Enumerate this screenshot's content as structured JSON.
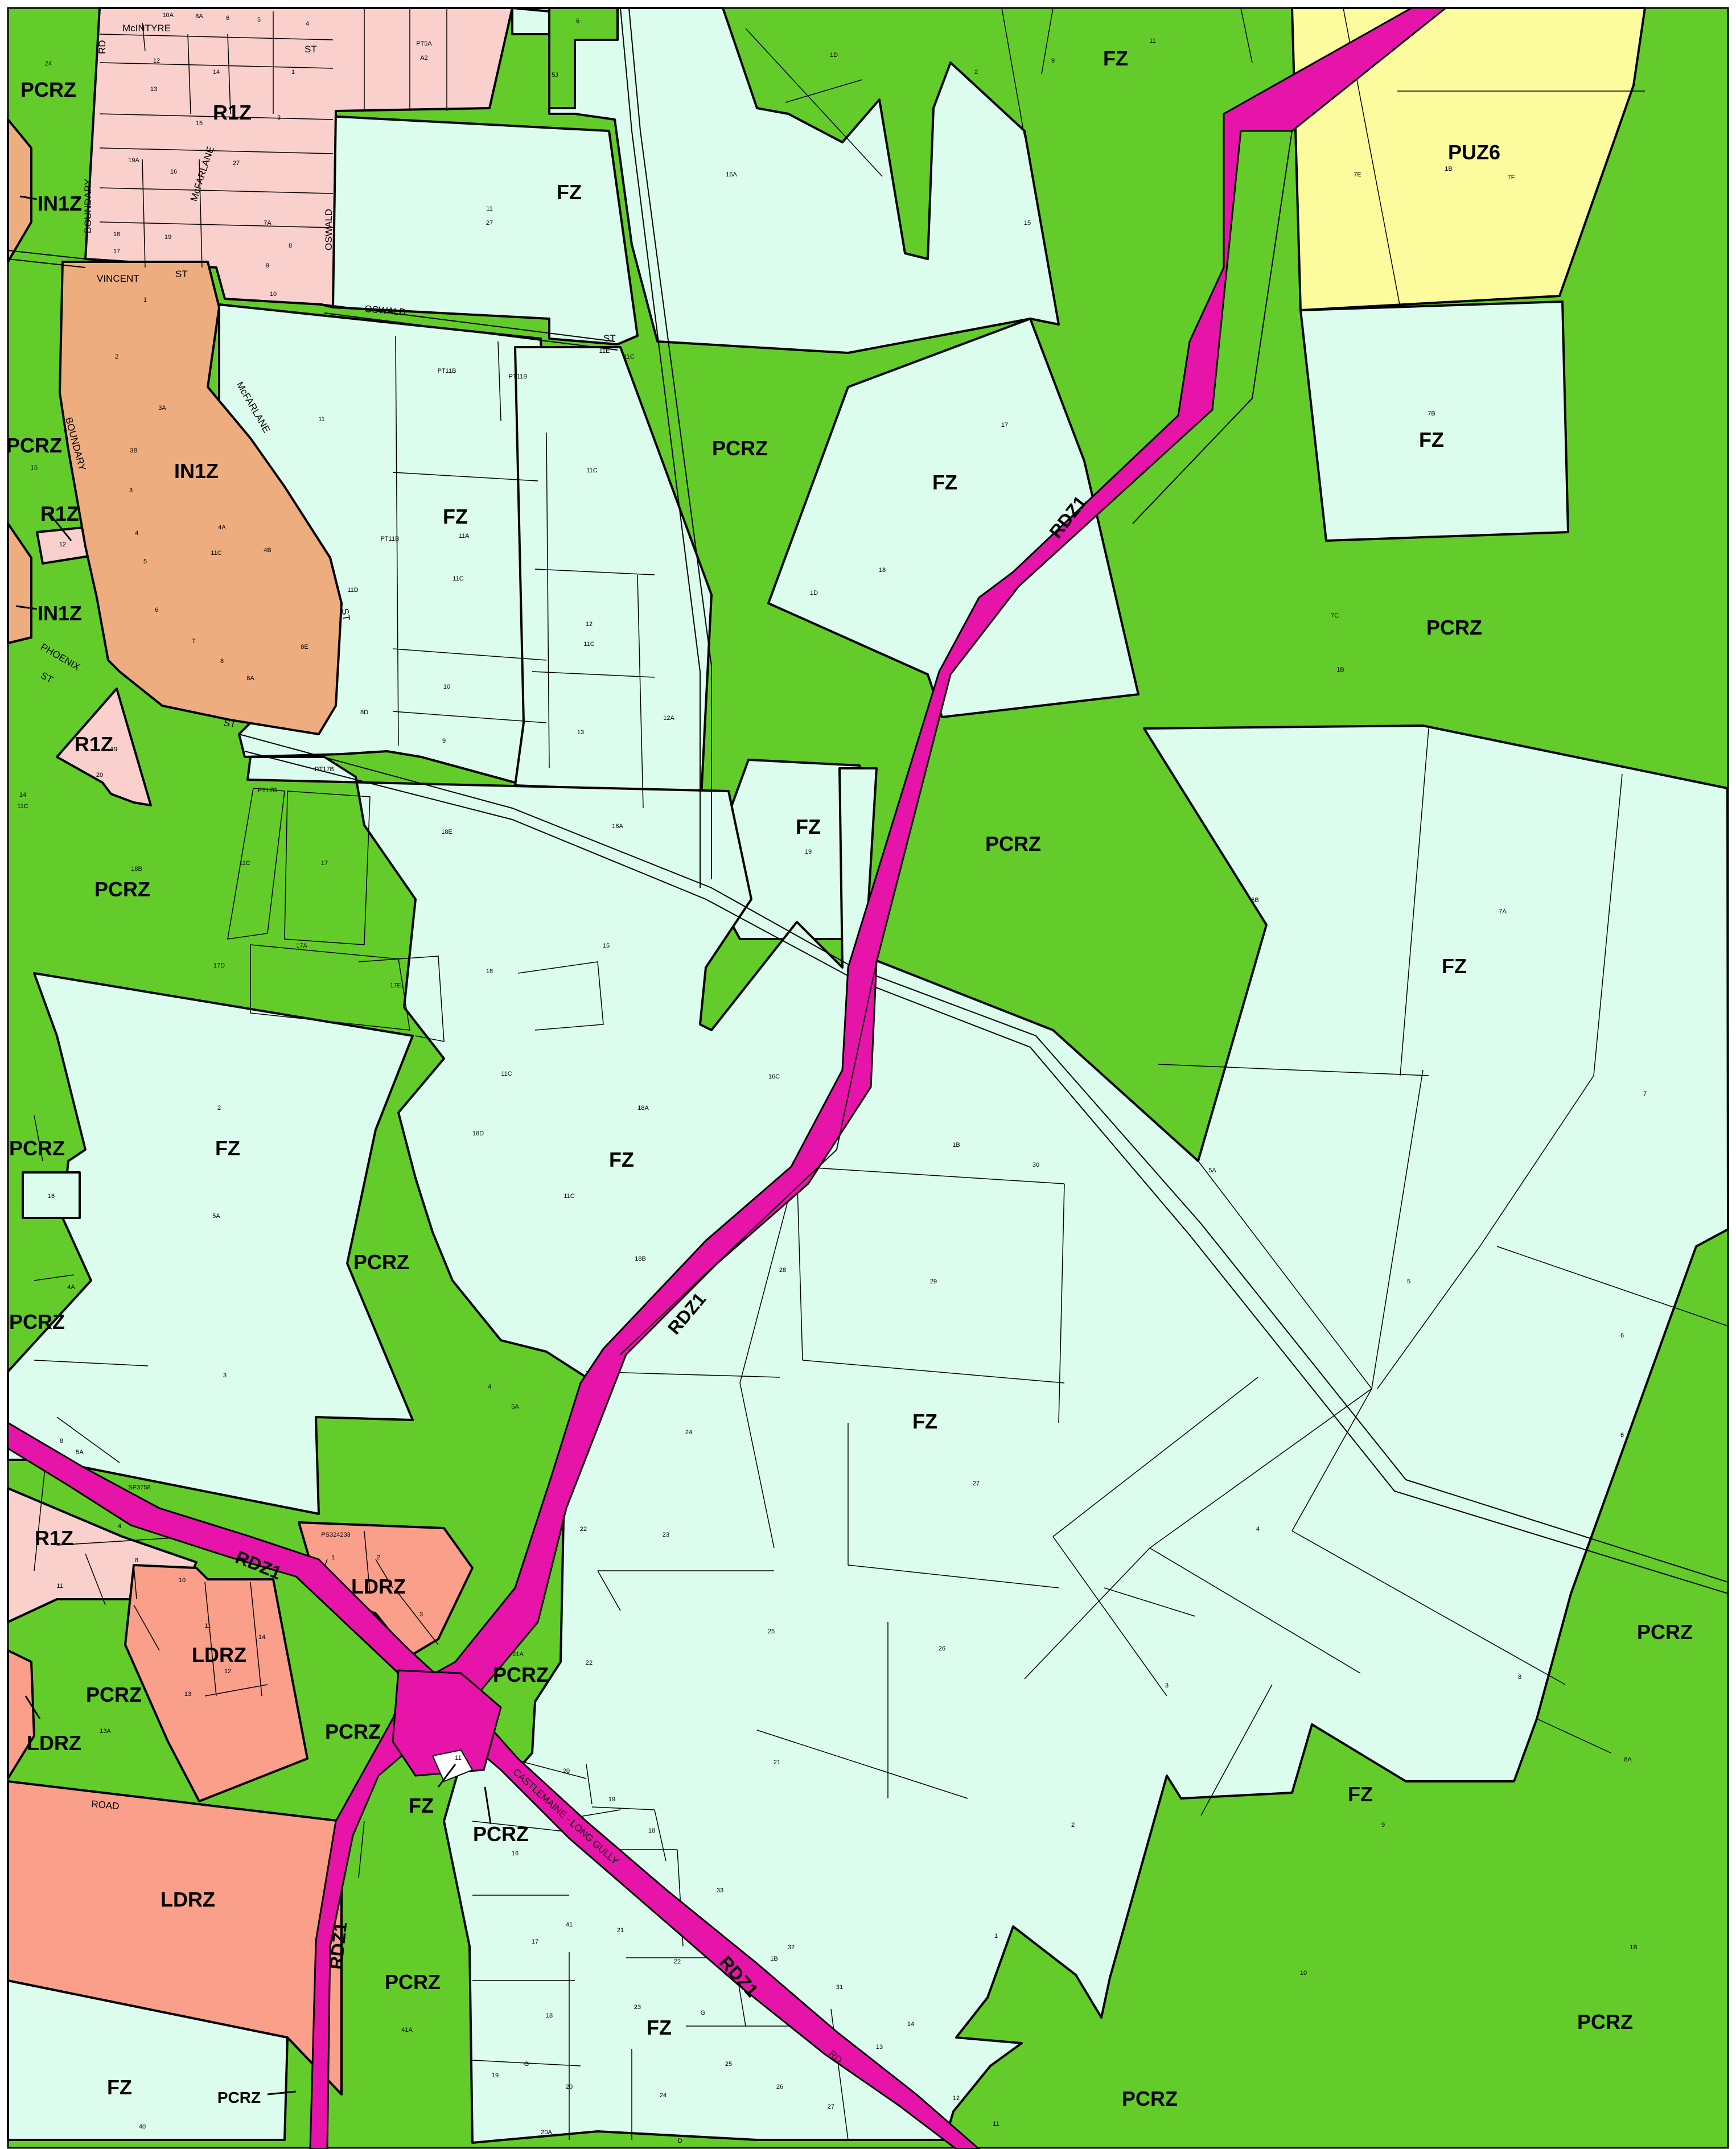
{
  "colors": {
    "PCRZ": "#63cc2a",
    "FZ": "#dcfcee",
    "R1Z": "#fad0cc",
    "IN1Z": "#eead7e",
    "LDRZ": "#f99f8a",
    "PUZ6": "#fcfc9e",
    "RDZ1": "#e614a8",
    "outline": "#000000"
  },
  "zone_labels": [
    {
      "id": "pcrz-1",
      "text": "PCRZ"
    },
    {
      "id": "in1z-1",
      "text": "IN1Z"
    },
    {
      "id": "r1z-1",
      "text": "R1Z"
    },
    {
      "id": "pcrz-2",
      "text": "PCRZ"
    },
    {
      "id": "in1z-2",
      "text": "IN1Z"
    },
    {
      "id": "r1z-2",
      "text": "R1Z"
    },
    {
      "id": "in1z-3",
      "text": "IN1Z"
    },
    {
      "id": "r1z-3",
      "text": "R1Z"
    },
    {
      "id": "pcrz-3",
      "text": "PCRZ"
    },
    {
      "id": "pcrz-4",
      "text": "PCRZ"
    },
    {
      "id": "pcrz-5",
      "text": "PCRZ"
    },
    {
      "id": "fz-1",
      "text": "FZ"
    },
    {
      "id": "fz-2",
      "text": "FZ"
    },
    {
      "id": "fz-3",
      "text": "FZ"
    },
    {
      "id": "puz6-1",
      "text": "PUZ6"
    },
    {
      "id": "pcrz-6",
      "text": "PCRZ"
    },
    {
      "id": "fz-4",
      "text": "FZ"
    },
    {
      "id": "fz-5",
      "text": "FZ"
    },
    {
      "id": "pcrz-7",
      "text": "PCRZ"
    },
    {
      "id": "fz-6",
      "text": "FZ"
    },
    {
      "id": "pcrz-8",
      "text": "PCRZ"
    },
    {
      "id": "fz-7",
      "text": "FZ"
    },
    {
      "id": "fz-8",
      "text": "FZ"
    },
    {
      "id": "fz-9",
      "text": "FZ"
    },
    {
      "id": "pcrz-9",
      "text": "PCRZ"
    },
    {
      "id": "fz-10",
      "text": "FZ"
    },
    {
      "id": "r1z-4",
      "text": "R1Z"
    },
    {
      "id": "ldrz-1",
      "text": "LDRZ"
    },
    {
      "id": "ldrz-2",
      "text": "LDRZ"
    },
    {
      "id": "pcrz-10",
      "text": "PCRZ"
    },
    {
      "id": "ldrz-3",
      "text": "LDRZ"
    },
    {
      "id": "pcrz-11",
      "text": "PCRZ"
    },
    {
      "id": "pcrz-12",
      "text": "PCRZ"
    },
    {
      "id": "fz-11",
      "text": "FZ"
    },
    {
      "id": "pcrz-13",
      "text": "PCRZ"
    },
    {
      "id": "ldrz-4",
      "text": "LDRZ"
    },
    {
      "id": "pcrz-14",
      "text": "PCRZ"
    },
    {
      "id": "fz-12",
      "text": "FZ"
    },
    {
      "id": "pcrz-15",
      "text": "PCRZ"
    },
    {
      "id": "fz-13",
      "text": "FZ"
    },
    {
      "id": "fz-14",
      "text": "FZ"
    },
    {
      "id": "pcrz-16",
      "text": "PCRZ"
    },
    {
      "id": "pcrz-17",
      "text": "PCRZ"
    },
    {
      "id": "fz-15",
      "text": "FZ"
    },
    {
      "id": "pcrz-18",
      "text": "PCRZ"
    }
  ],
  "road_labels": [
    {
      "id": "rdz1-1",
      "text": "RDZ1"
    },
    {
      "id": "rdz1-2",
      "text": "RDZ1"
    },
    {
      "id": "rdz1-3",
      "text": "RDZ1"
    },
    {
      "id": "rdz1-4",
      "text": "RDZ1"
    },
    {
      "id": "rdz1-5",
      "text": "RDZ1"
    }
  ],
  "street_labels": [
    {
      "id": "mcintyre",
      "text": "McINTYRE"
    },
    {
      "id": "rd-top",
      "text": "RD"
    },
    {
      "id": "st-top",
      "text": "ST"
    },
    {
      "id": "boundary-1",
      "text": "BOUNDARY"
    },
    {
      "id": "mcfarlane-1",
      "text": "McFARLANE"
    },
    {
      "id": "oswald-1",
      "text": "OSWALD"
    },
    {
      "id": "oswald-2",
      "text": "OSWALD"
    },
    {
      "id": "st-oswald",
      "text": "ST"
    },
    {
      "id": "vincent",
      "text": "VINCENT"
    },
    {
      "id": "st-vincent",
      "text": "ST"
    },
    {
      "id": "boundary-2",
      "text": "BOUNDARY"
    },
    {
      "id": "mcfarlane-2",
      "text": "McFARLANE"
    },
    {
      "id": "st-mcfarlane",
      "text": "ST"
    },
    {
      "id": "phoenix",
      "text": "PHOENIX"
    },
    {
      "id": "st-phoenix",
      "text": "ST"
    },
    {
      "id": "st-bottom-in1z",
      "text": "ST"
    },
    {
      "id": "road-left",
      "text": "ROAD"
    },
    {
      "id": "castlemaine",
      "text": "CASTLEMAINE - LONG GULLY"
    },
    {
      "id": "rd-bottom",
      "text": "RD"
    }
  ],
  "lot_labels": [
    {
      "id": "l1",
      "text": "24"
    },
    {
      "id": "l2",
      "text": "12"
    },
    {
      "id": "l3",
      "text": "14"
    },
    {
      "id": "l4",
      "text": "13"
    },
    {
      "id": "l5",
      "text": "15"
    },
    {
      "id": "l6",
      "text": "19A"
    },
    {
      "id": "l7",
      "text": "16"
    },
    {
      "id": "l8",
      "text": "18"
    },
    {
      "id": "l9",
      "text": "17"
    },
    {
      "id": "l10",
      "text": "19"
    },
    {
      "id": "l11",
      "text": "10A"
    },
    {
      "id": "l12",
      "text": "8A"
    },
    {
      "id": "l13",
      "text": "6"
    },
    {
      "id": "l14",
      "text": "5"
    },
    {
      "id": "l15",
      "text": "4"
    },
    {
      "id": "l16",
      "text": "3"
    },
    {
      "id": "l17",
      "text": "1"
    },
    {
      "id": "l18",
      "text": "27"
    },
    {
      "id": "l19",
      "text": "7A"
    },
    {
      "id": "l20",
      "text": "8"
    },
    {
      "id": "l21",
      "text": "9"
    },
    {
      "id": "l22",
      "text": "10"
    },
    {
      "id": "l23",
      "text": "PT5A"
    },
    {
      "id": "l24",
      "text": "A2"
    },
    {
      "id": "l25",
      "text": "6"
    },
    {
      "id": "l26",
      "text": "5J"
    },
    {
      "id": "l27",
      "text": "1D"
    },
    {
      "id": "l28",
      "text": "2"
    },
    {
      "id": "l29",
      "text": "9"
    },
    {
      "id": "l30",
      "text": "11"
    },
    {
      "id": "l31",
      "text": "16A"
    },
    {
      "id": "l32",
      "text": "15"
    },
    {
      "id": "l33",
      "text": "11"
    },
    {
      "id": "l34",
      "text": "27"
    },
    {
      "id": "l35",
      "text": "7E"
    },
    {
      "id": "l36",
      "text": "1B"
    },
    {
      "id": "l37",
      "text": "7F"
    },
    {
      "id": "l38",
      "text": "7B"
    },
    {
      "id": "l39",
      "text": "1"
    },
    {
      "id": "l40",
      "text": "2"
    },
    {
      "id": "l41",
      "text": "3A"
    },
    {
      "id": "l42",
      "text": "3B"
    },
    {
      "id": "l43",
      "text": "3"
    },
    {
      "id": "l44",
      "text": "4"
    },
    {
      "id": "l45",
      "text": "5"
    },
    {
      "id": "l46",
      "text": "6"
    },
    {
      "id": "l47",
      "text": "7"
    },
    {
      "id": "l48",
      "text": "8"
    },
    {
      "id": "l49",
      "text": "8A"
    },
    {
      "id": "l50",
      "text": "4A"
    },
    {
      "id": "l51",
      "text": "4B"
    },
    {
      "id": "l52",
      "text": "11C"
    },
    {
      "id": "l53",
      "text": "8E"
    },
    {
      "id": "l54",
      "text": "15"
    },
    {
      "id": "l55",
      "text": "12"
    },
    {
      "id": "l56",
      "text": "11"
    },
    {
      "id": "l57",
      "text": "PT11B"
    },
    {
      "id": "l58",
      "text": "PT11B"
    },
    {
      "id": "l59",
      "text": "11E"
    },
    {
      "id": "l60",
      "text": "11C"
    },
    {
      "id": "l61",
      "text": "11C"
    },
    {
      "id": "l62",
      "text": "11A"
    },
    {
      "id": "l63",
      "text": "11C"
    },
    {
      "id": "l64",
      "text": "PT11B"
    },
    {
      "id": "l65",
      "text": "11D"
    },
    {
      "id": "l66",
      "text": "12"
    },
    {
      "id": "l67",
      "text": "11C"
    },
    {
      "id": "l68",
      "text": "10"
    },
    {
      "id": "l69",
      "text": "9"
    },
    {
      "id": "l70",
      "text": "8D"
    },
    {
      "id": "l71",
      "text": "13"
    },
    {
      "id": "l72",
      "text": "12A"
    },
    {
      "id": "l73",
      "text": "17"
    },
    {
      "id": "l74",
      "text": "1D"
    },
    {
      "id": "l75",
      "text": "18"
    },
    {
      "id": "l76",
      "text": "7C"
    },
    {
      "id": "l77",
      "text": "1B"
    },
    {
      "id": "l78",
      "text": "19"
    },
    {
      "id": "l79",
      "text": "19"
    },
    {
      "id": "l80",
      "text": "20"
    },
    {
      "id": "l81",
      "text": "14"
    },
    {
      "id": "l82",
      "text": "11C"
    },
    {
      "id": "l83",
      "text": "PT17B"
    },
    {
      "id": "l84",
      "text": "PT17B"
    },
    {
      "id": "l85",
      "text": "18E"
    },
    {
      "id": "l86",
      "text": "16A"
    },
    {
      "id": "l87",
      "text": "18B"
    },
    {
      "id": "l88",
      "text": "11C"
    },
    {
      "id": "l89",
      "text": "17"
    },
    {
      "id": "l90",
      "text": "17A"
    },
    {
      "id": "l91",
      "text": "17D"
    },
    {
      "id": "l92",
      "text": "17E"
    },
    {
      "id": "l93",
      "text": "18"
    },
    {
      "id": "l94",
      "text": "15"
    },
    {
      "id": "l95",
      "text": "5B"
    },
    {
      "id": "l96",
      "text": "7A"
    },
    {
      "id": "l97",
      "text": "7"
    },
    {
      "id": "l98",
      "text": "2"
    },
    {
      "id": "l99",
      "text": "11C"
    },
    {
      "id": "l100",
      "text": "18A"
    },
    {
      "id": "l101",
      "text": "16C"
    },
    {
      "id": "l102",
      "text": "18D"
    },
    {
      "id": "l103",
      "text": "1B"
    },
    {
      "id": "l104",
      "text": "30"
    },
    {
      "id": "l105",
      "text": "5A"
    },
    {
      "id": "l106",
      "text": "16"
    },
    {
      "id": "l107",
      "text": "5A"
    },
    {
      "id": "l108",
      "text": "11C"
    },
    {
      "id": "l109",
      "text": "18B"
    },
    {
      "id": "l110",
      "text": "28"
    },
    {
      "id": "l111",
      "text": "29"
    },
    {
      "id": "l112",
      "text": "5"
    },
    {
      "id": "l113",
      "text": "6"
    },
    {
      "id": "l114",
      "text": "4A"
    },
    {
      "id": "l115",
      "text": "3"
    },
    {
      "id": "l116",
      "text": "4"
    },
    {
      "id": "l117",
      "text": "5A"
    },
    {
      "id": "l118",
      "text": "24"
    },
    {
      "id": "l119",
      "text": "27"
    },
    {
      "id": "l120",
      "text": "6"
    },
    {
      "id": "l121",
      "text": "8"
    },
    {
      "id": "l122",
      "text": "5A"
    },
    {
      "id": "l123",
      "text": "SP3758"
    },
    {
      "id": "l124",
      "text": "4"
    },
    {
      "id": "l125",
      "text": "22"
    },
    {
      "id": "l126",
      "text": "23"
    },
    {
      "id": "l127",
      "text": "4"
    },
    {
      "id": "l128",
      "text": "PS324233"
    },
    {
      "id": "l129",
      "text": "1"
    },
    {
      "id": "l130",
      "text": "2"
    },
    {
      "id": "l131",
      "text": "3"
    },
    {
      "id": "l132",
      "text": "8"
    },
    {
      "id": "l133",
      "text": "10"
    },
    {
      "id": "l134",
      "text": "11"
    },
    {
      "id": "l135",
      "text": "11"
    },
    {
      "id": "l136",
      "text": "14"
    },
    {
      "id": "l137",
      "text": "12"
    },
    {
      "id": "l138",
      "text": "13"
    },
    {
      "id": "l139",
      "text": "13A"
    },
    {
      "id": "l140",
      "text": "21A"
    },
    {
      "id": "l141",
      "text": "22"
    },
    {
      "id": "l142",
      "text": "25"
    },
    {
      "id": "l143",
      "text": "26"
    },
    {
      "id": "l144",
      "text": "3"
    },
    {
      "id": "l145",
      "text": "8"
    },
    {
      "id": "l146",
      "text": "21"
    },
    {
      "id": "l147",
      "text": "2"
    },
    {
      "id": "l148",
      "text": "9"
    },
    {
      "id": "l149",
      "text": "8A"
    },
    {
      "id": "l150",
      "text": "20"
    },
    {
      "id": "l151",
      "text": "19"
    },
    {
      "id": "l152",
      "text": "18"
    },
    {
      "id": "l153",
      "text": "11"
    },
    {
      "id": "l154",
      "text": "16"
    },
    {
      "id": "l155",
      "text": "33"
    },
    {
      "id": "l156",
      "text": "1"
    },
    {
      "id": "l157",
      "text": "10"
    },
    {
      "id": "l158",
      "text": "1B"
    },
    {
      "id": "l159",
      "text": "41"
    },
    {
      "id": "l160",
      "text": "17"
    },
    {
      "id": "l161",
      "text": "21"
    },
    {
      "id": "l162",
      "text": "22"
    },
    {
      "id": "l163",
      "text": "1B"
    },
    {
      "id": "l164",
      "text": "32"
    },
    {
      "id": "l165",
      "text": "31"
    },
    {
      "id": "l166",
      "text": "14"
    },
    {
      "id": "l167",
      "text": "13"
    },
    {
      "id": "l168",
      "text": "12"
    },
    {
      "id": "l169",
      "text": "11"
    },
    {
      "id": "l170",
      "text": "41A"
    },
    {
      "id": "l171",
      "text": "18"
    },
    {
      "id": "l172",
      "text": "23"
    },
    {
      "id": "l173",
      "text": "G"
    },
    {
      "id": "l174",
      "text": "G"
    },
    {
      "id": "l175",
      "text": "20"
    },
    {
      "id": "l176",
      "text": "24"
    },
    {
      "id": "l177",
      "text": "25"
    },
    {
      "id": "l178",
      "text": "26"
    },
    {
      "id": "l179",
      "text": "27"
    },
    {
      "id": "l180",
      "text": "19"
    },
    {
      "id": "l181",
      "text": "20A"
    },
    {
      "id": "l182",
      "text": "D"
    },
    {
      "id": "l183",
      "text": "40"
    }
  ]
}
